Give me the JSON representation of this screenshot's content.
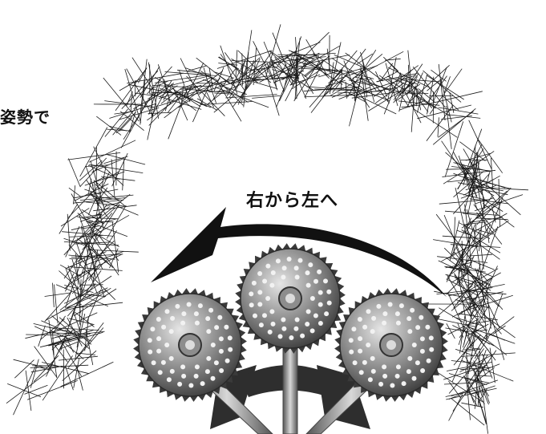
{
  "labels": {
    "left_caption": "姿勢で",
    "arrow_caption": "右から左へ"
  },
  "colors": {
    "grass": "#1a1a1a",
    "blade_dark": "#3c3c3c",
    "blade_light": "#c8c8c8",
    "arrow": "#111111"
  },
  "icons": [
    "grass-thicket",
    "sweep-arrow",
    "saw-blade"
  ]
}
